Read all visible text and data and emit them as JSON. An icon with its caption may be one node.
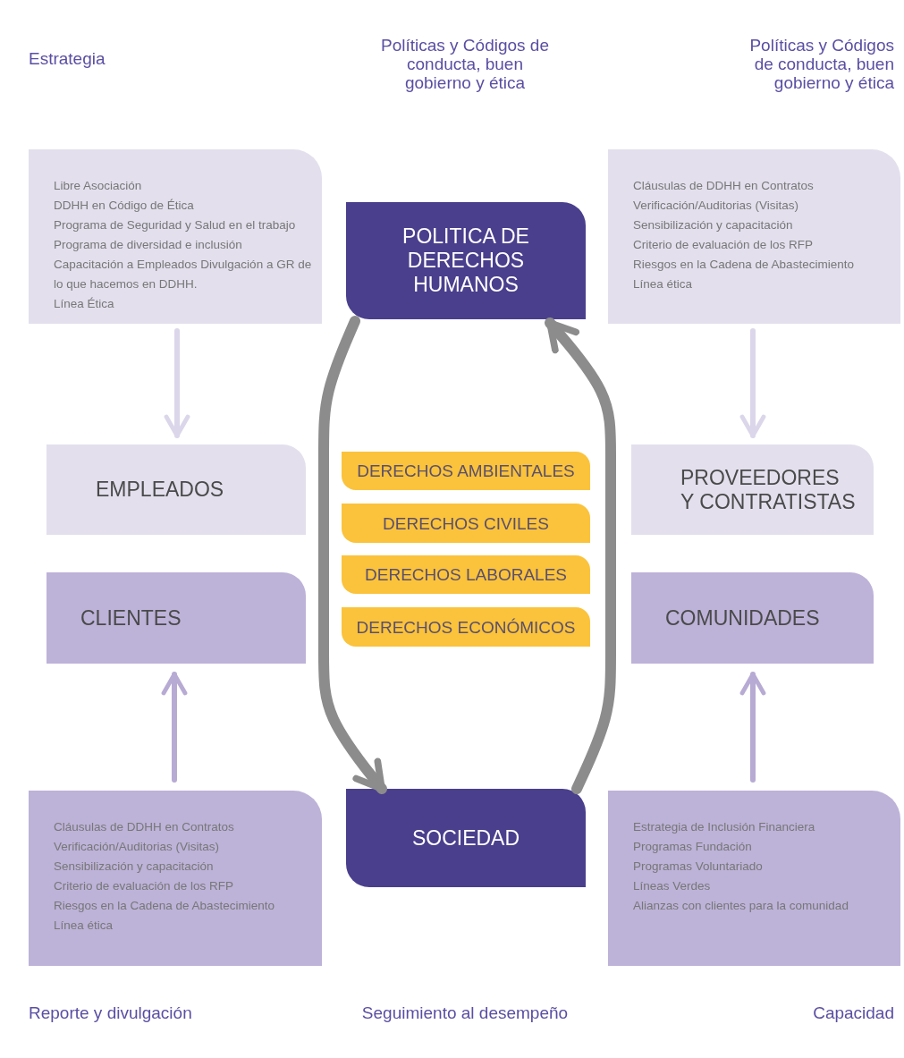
{
  "diagram": {
    "nodes": [
      {
        "text": [
          "Libre Asociación",
          "DDHH en Código de Ética",
          "Programa de Seguridad y Salud en el trabajo",
          "Programa de diversidad e inclusión",
          "Capacitación a Empleados Divulgación a GR de lo que hacemos en DDHH.",
          "Línea Ética"
        ]
      },
      {
        "text": [
          "POLITICA DE DERECHOS HUMANOS"
        ]
      },
      {
        "text": [
          "Cláusulas de DDHH en Contratos",
          "Verificación/Auditorias (Visitas)",
          "Sensibilización y capacitación",
          "Criterio de evaluación de los RFP",
          "Riesgos en la Cadena de Abastecimiento",
          "Línea ética"
        ]
      },
      {
        "text": [
          "EMPLEADOS"
        ]
      },
      {
        "text": [
          "PROVEEDORES Y CONTRATISTAS"
        ]
      },
      {
        "text": [
          "DERECHOS AMBIENTALES"
        ]
      },
      {
        "text": [
          "DERECHOS CIVILES"
        ]
      },
      {
        "text": [
          "DERECHOS LABORALES"
        ]
      },
      {
        "text": [
          "DERECHOS ECONÓMICOS"
        ]
      },
      {
        "text": [
          "CLIENTES"
        ]
      },
      {
        "text": [
          "COMUNIDADES"
        ]
      },
      {
        "text": [
          "Cláusulas de DDHH en Contratos",
          "Verificación/Auditorias (Visitas)",
          "Sensibilización y capacitación",
          "Criterio de evaluación de los RFP",
          "Riesgos en la Cadena de Abastecimiento",
          "Línea ética"
        ]
      },
      {
        "text": [
          "SOCIEDAD"
        ]
      },
      {
        "text": [
          "Estrategia de Inclusión Financiera",
          "Programas Fundación",
          "Programas Voluntariado",
          "Líneas Verdes",
          "Alianzas con clientes para la comunidad"
        ]
      }
    ],
    "edges": [
      {
        "from": 0,
        "to": 3,
        "arrow": "to",
        "color": "#dcd6ea"
      },
      {
        "from": 2,
        "to": 4,
        "arrow": "to",
        "color": "#dcd6ea"
      },
      {
        "from": 11,
        "to": 9,
        "arrow": "to",
        "color": "#b7abd4"
      },
      {
        "from": 13,
        "to": 10,
        "arrow": "to",
        "color": "#b7abd4"
      },
      {
        "from": 1,
        "to": 12,
        "arrow": "to",
        "style": "thick",
        "color": "#8c8c8c"
      },
      {
        "from": 12,
        "to": 1,
        "arrow": "to",
        "style": "thick",
        "color": "#8c8c8c"
      }
    ],
    "labels": [
      "Estrategia",
      "Políticas y Códigos de conducta, buen gobierno y ética",
      "Políticas y Códigos de conducta, buen gobierno y ética",
      "Reporte y divulgación",
      "Seguimiento al desempeño",
      "Capacidad"
    ]
  }
}
